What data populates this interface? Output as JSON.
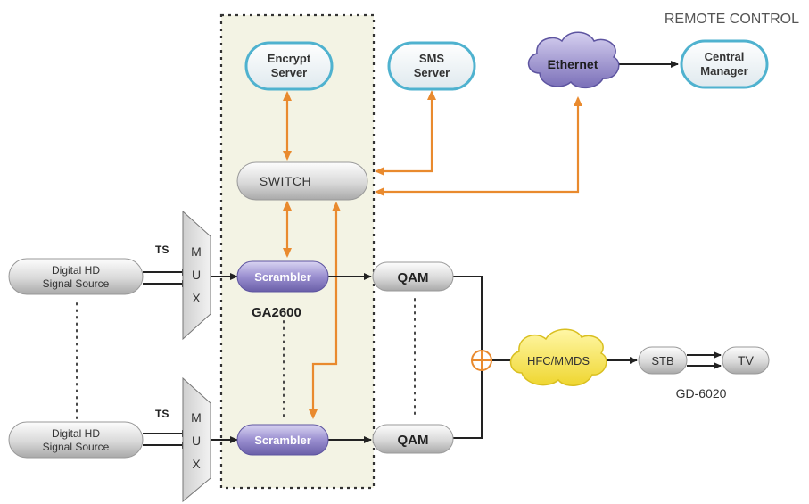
{
  "title": "REMOTE CONTROL",
  "nodes": {
    "encrypt_server": [
      "Encrypt",
      "Server"
    ],
    "sms_server": [
      "SMS",
      "Server"
    ],
    "ethernet": "Ethernet",
    "central_manager": [
      "Central",
      "Manager"
    ],
    "switch": "SWITCH",
    "source_top": [
      "Digital HD",
      "Signal Source"
    ],
    "source_bottom": [
      "Digital HD",
      "Signal Source"
    ],
    "mux_letters": [
      "M",
      "U",
      "X"
    ],
    "ts_label": "TS",
    "scrambler_top": "Scrambler",
    "scrambler_bottom": "Scrambler",
    "ga_label": "GA2600",
    "qam_top": "QAM",
    "qam_bottom": "QAM",
    "hfc": "HFC/MMDS",
    "stb": "STB",
    "tv": "TV",
    "gd_label": "GD-6020"
  },
  "colors": {
    "orange": "#e98a2e",
    "dark": "#222222",
    "panel": "#f3f3e4",
    "purple": "#7d70b8",
    "cyan": "#4fb2cf",
    "cloud_yellow": "#f4e238"
  }
}
